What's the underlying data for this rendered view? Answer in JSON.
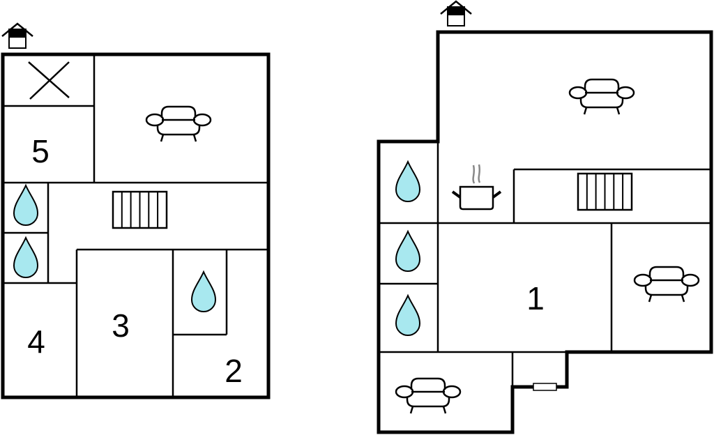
{
  "colors": {
    "water": "#a8e8ef",
    "wall": "#000000",
    "steam": "#888888"
  },
  "left_plan": {
    "rooms": [
      {
        "label": "5"
      },
      {
        "label": "4"
      },
      {
        "label": "3"
      },
      {
        "label": "2"
      }
    ],
    "icons": [
      "house-icon",
      "x-mark-icon",
      "sofa-icon",
      "stairs-icon",
      "water-drop-icon",
      "water-drop-icon",
      "water-drop-icon"
    ]
  },
  "right_plan": {
    "rooms": [
      {
        "label": "1"
      }
    ],
    "icons": [
      "house-icon",
      "sofa-icon",
      "sofa-icon",
      "sofa-icon",
      "kitchen-pot-icon",
      "stairs-icon",
      "water-drop-icon",
      "water-drop-icon",
      "water-drop-icon",
      "window-icon"
    ]
  }
}
